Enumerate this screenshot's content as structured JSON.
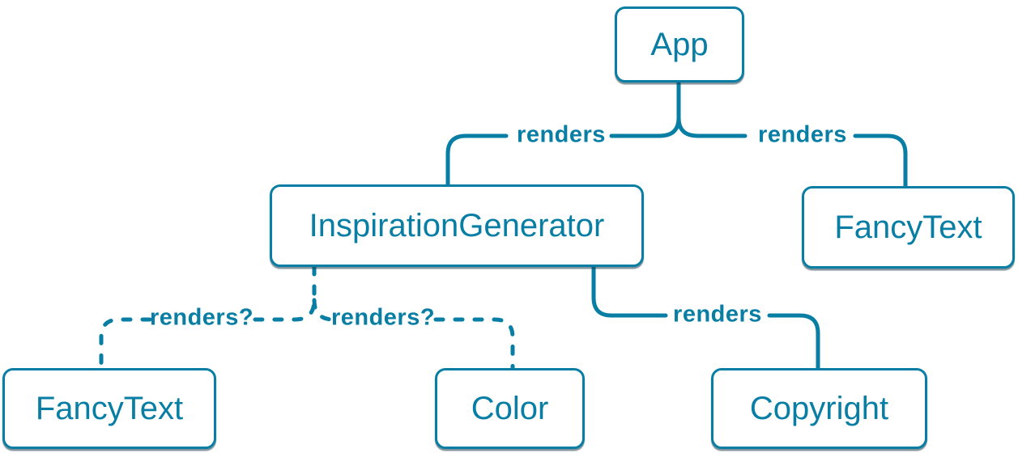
{
  "diagram": {
    "type": "component-render-tree",
    "colors": {
      "accent": "#087ea4",
      "node_fill": "#ffffff",
      "background": "#ffffff",
      "shadow": "#1a3a4b"
    },
    "nodes": [
      {
        "id": "app",
        "label": "App"
      },
      {
        "id": "inspiration-generator",
        "label": "InspirationGenerator"
      },
      {
        "id": "fancy-text-top",
        "label": "FancyText"
      },
      {
        "id": "fancy-text-bottom",
        "label": "FancyText"
      },
      {
        "id": "color",
        "label": "Color"
      },
      {
        "id": "copyright",
        "label": "Copyright"
      }
    ],
    "edges": [
      {
        "from": "App",
        "to": "InspirationGenerator",
        "label": "renders",
        "style": "solid"
      },
      {
        "from": "App",
        "to": "FancyText",
        "label": "renders",
        "style": "solid"
      },
      {
        "from": "InspirationGenerator",
        "to": "FancyText",
        "label": "renders?",
        "style": "dashed"
      },
      {
        "from": "InspirationGenerator",
        "to": "Color",
        "label": "renders?",
        "style": "dashed"
      },
      {
        "from": "InspirationGenerator",
        "to": "Copyright",
        "label": "renders",
        "style": "solid"
      }
    ]
  }
}
